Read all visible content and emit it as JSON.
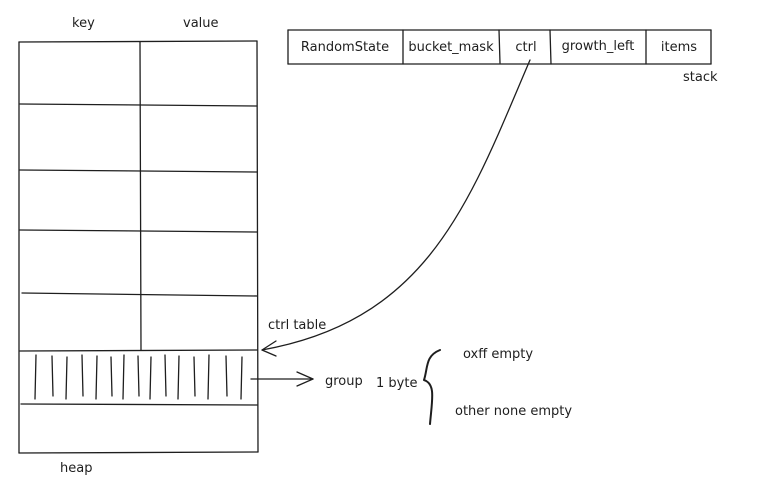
{
  "heap": {
    "col_key": "key",
    "col_value": "value",
    "caption": "heap",
    "ctrl_table_label": "ctrl table",
    "group_label": "group"
  },
  "stack": {
    "fields": [
      "RandomState",
      "bucket_mask",
      "ctrl",
      "growth_left",
      "items"
    ],
    "caption": "stack"
  },
  "byte_note": {
    "label": "1 byte",
    "options": [
      "oxff empty",
      "other none empty"
    ]
  },
  "colors": {
    "stroke": "#1e1e1e",
    "background": "#ffffff"
  }
}
